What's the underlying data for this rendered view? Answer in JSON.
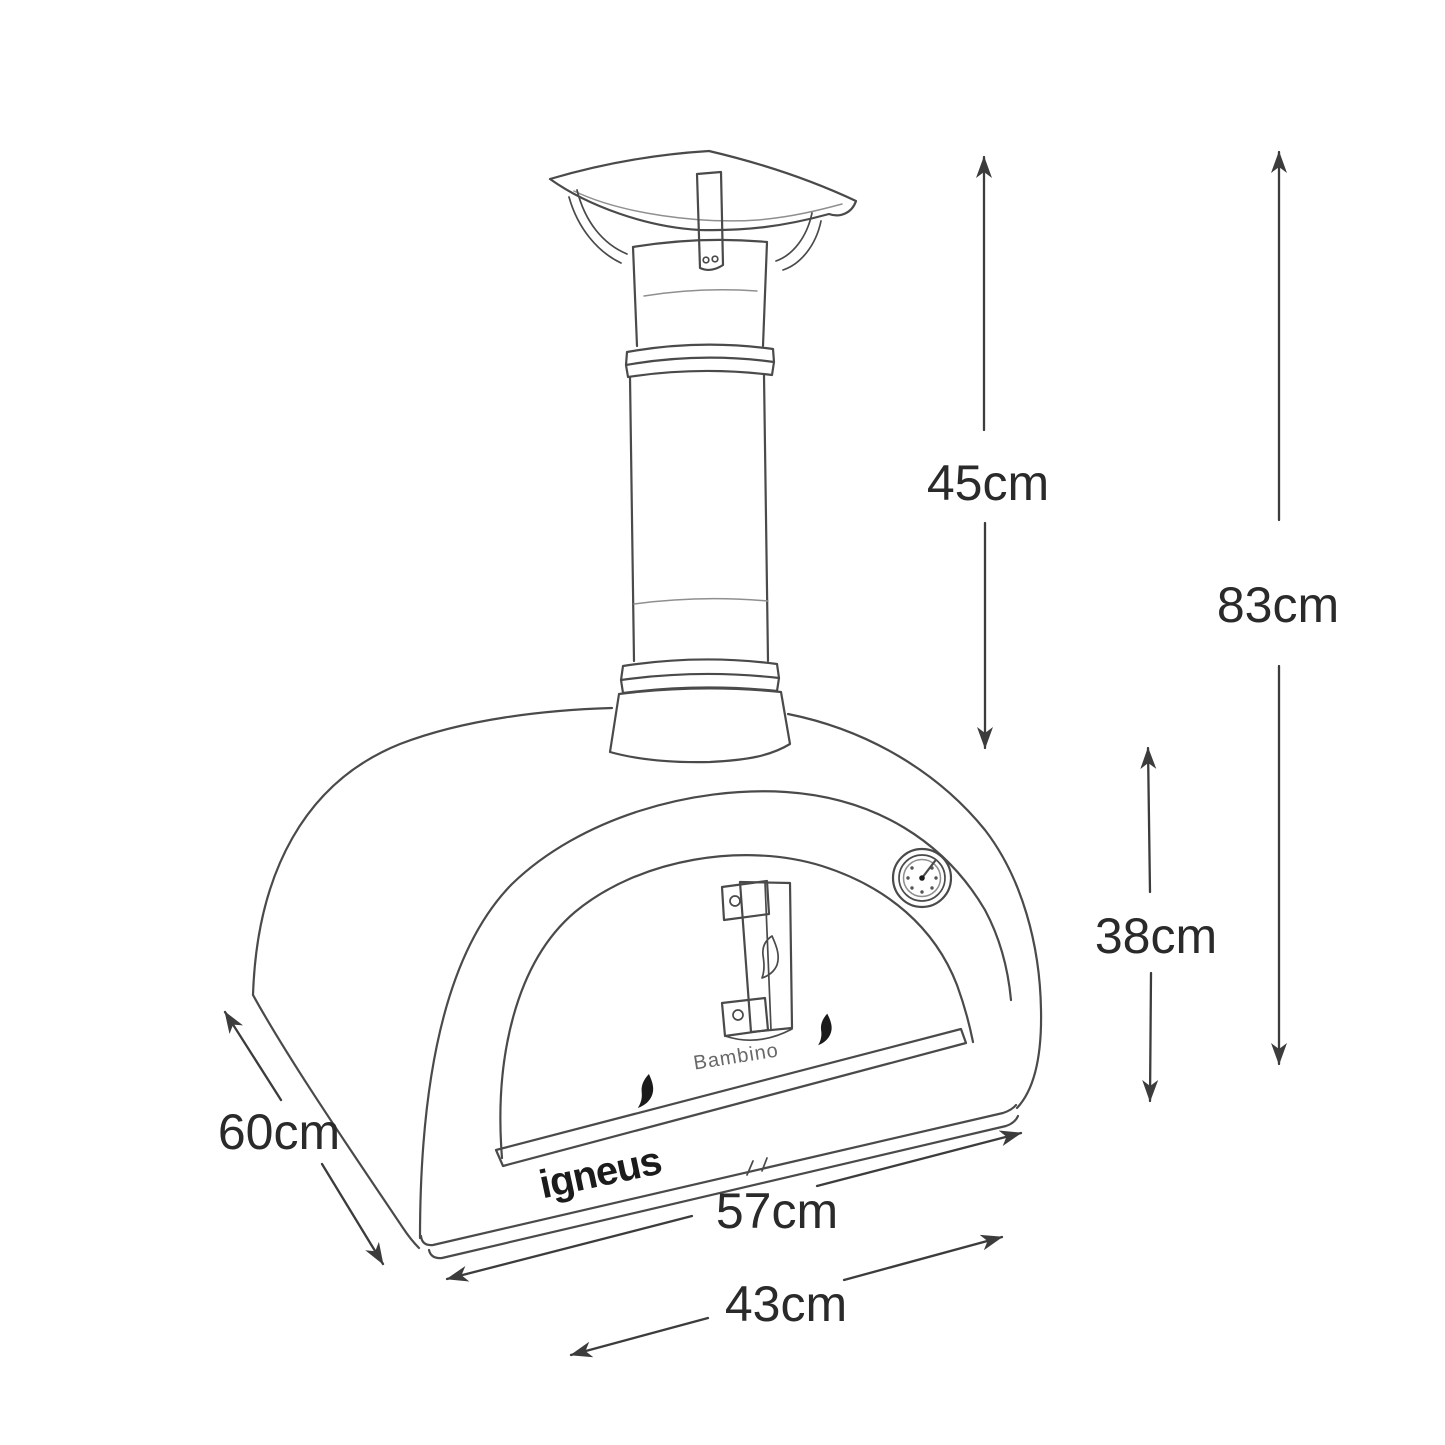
{
  "branding": {
    "brand": "igneus",
    "model": "Bambino"
  },
  "dimensions": {
    "chimney_height": "45cm",
    "total_height": "83cm",
    "door_height": "38cm",
    "depth": "60cm",
    "front_width": "57cm",
    "base_width": "43cm"
  },
  "icons": {
    "thermometer": "thermometer-gauge-icon",
    "flame_left": "flame-icon",
    "flame_right": "flame-icon",
    "handle_flame": "flame-engraving-icon"
  },
  "colors": {
    "background": "#ffffff",
    "line": "#4a4a4a",
    "dimension_line": "#3c3c3c",
    "label_text": "#2a2a2a",
    "flame_fill": "#1a1a1a",
    "brand_text": "#1b1b1b",
    "model_text": "#686868"
  }
}
